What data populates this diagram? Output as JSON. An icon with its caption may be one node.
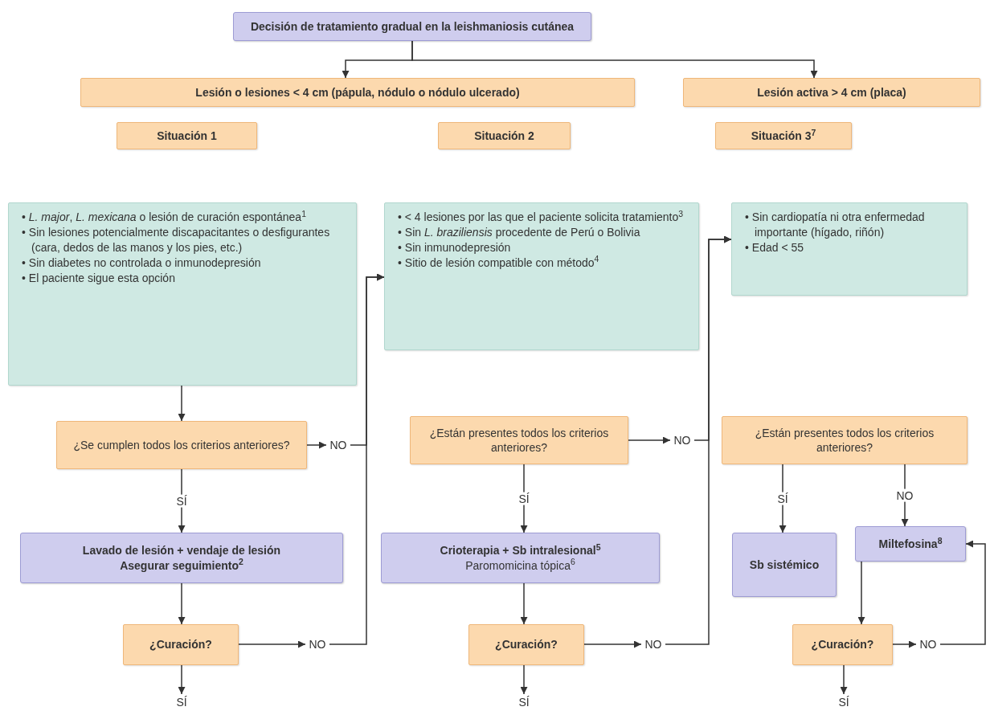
{
  "diagram": {
    "nodes": [
      {
        "text": [
          "Decisión de tratamiento gradual en la leishmaniosis cutánea"
        ]
      },
      {
        "text": [
          "Lesión o lesiones < 4 cm (pápula, nódulo o nódulo ulcerado)"
        ]
      },
      {
        "text": [
          "Lesión activa > 4 cm (placa)"
        ]
      },
      {
        "text": [
          "Situación 1"
        ]
      },
      {
        "text": [
          "Situación 2"
        ]
      },
      {
        "text": [
          "Situación 3$^{7}$"
        ]
      },
      {
        "text": [
          "• *L. major*, *L. mexicana* o lesión de curación espontánea$^{1}$",
          "• Sin lesiones potencialmente discapacitantes o desfigurantes (cara, dedos de las manos y los pies, etc.)",
          "• Sin diabetes no controlada o inmunodepresión",
          "• El paciente sigue esta opción"
        ]
      },
      {
        "text": [
          "• < 4 lesiones por las que el paciente solicita tratamiento$^{3}$",
          "• Sin *L. braziliensis* procedente de Perú o Bolivia",
          "• Sin inmunodepresión",
          "• Sitio de lesión compatible con método$^{4}$"
        ]
      },
      {
        "text": [
          "• Sin cardiopatía ni otra enfermedad importante (hígado, riñón)",
          "• Edad < 55"
        ]
      },
      {
        "text": [
          "¿Se cumplen todos los criterios anteriores?"
        ]
      },
      {
        "text": [
          "NO"
        ]
      },
      {
        "text": [
          "Lavado de lesión + vendaje de lesión",
          "Asegurar seguimiento$^{2}$"
        ]
      },
      {
        "text": [
          "¿Curación?"
        ]
      },
      {
        "text": [
          "NO"
        ]
      },
      {
        "text": [
          "SÍ"
        ]
      },
      {
        "text": [
          "¿Están presentes todos los criterios anteriores?"
        ]
      },
      {
        "text": [
          "NO"
        ]
      },
      {
        "text": [
          "Crioterapia + Sb intralesional$^{5}$",
          "Paromomicina tópica$^{6}$"
        ]
      },
      {
        "text": [
          "¿Curación?"
        ]
      },
      {
        "text": [
          "NO"
        ]
      },
      {
        "text": [
          "SÍ"
        ]
      },
      {
        "text": [
          "¿Están presentes todos los criterios anteriores?"
        ]
      },
      {
        "text": [
          "Sb sistémico"
        ]
      },
      {
        "text": [
          "Miltefosina$^{8}$"
        ]
      },
      {
        "text": [
          "¿Curación?"
        ]
      },
      {
        "text": [
          "NO"
        ]
      },
      {
        "text": [
          "SÍ"
        ]
      }
    ],
    "edges": [
      {
        "from": 0,
        "to": 1,
        "arrow": "to"
      },
      {
        "from": 0,
        "to": 2,
        "arrow": "to"
      },
      {
        "from": 6,
        "to": 9,
        "arrow": "to"
      },
      {
        "from": 9,
        "to": 10,
        "arrow": "to"
      },
      {
        "from": 10,
        "to": 7,
        "arrow": "to"
      },
      {
        "from": 9,
        "to": 11,
        "arrow": "to",
        "label": "SÍ"
      },
      {
        "from": 11,
        "to": 12,
        "arrow": "to"
      },
      {
        "from": 12,
        "to": 13,
        "arrow": "to"
      },
      {
        "from": 13,
        "to": 7,
        "arrow": "to"
      },
      {
        "from": 12,
        "to": 14,
        "arrow": "to"
      },
      {
        "from": 15,
        "to": 16,
        "arrow": "to"
      },
      {
        "from": 16,
        "to": 8,
        "arrow": "to"
      },
      {
        "from": 15,
        "to": 17,
        "arrow": "to",
        "label": "SÍ"
      },
      {
        "from": 17,
        "to": 18,
        "arrow": "to"
      },
      {
        "from": 18,
        "to": 19,
        "arrow": "to"
      },
      {
        "from": 19,
        "to": 8,
        "arrow": "to"
      },
      {
        "from": 18,
        "to": 20,
        "arrow": "to"
      },
      {
        "from": 21,
        "to": 22,
        "arrow": "to",
        "label": "SÍ"
      },
      {
        "from": 21,
        "to": 23,
        "arrow": "to",
        "label": "NO"
      },
      {
        "from": 23,
        "to": 24,
        "arrow": "to"
      },
      {
        "from": 24,
        "to": 25,
        "arrow": "to"
      },
      {
        "from": 25,
        "to": 23,
        "arrow": "to"
      },
      {
        "from": 24,
        "to": 26,
        "arrow": "to"
      }
    ]
  }
}
